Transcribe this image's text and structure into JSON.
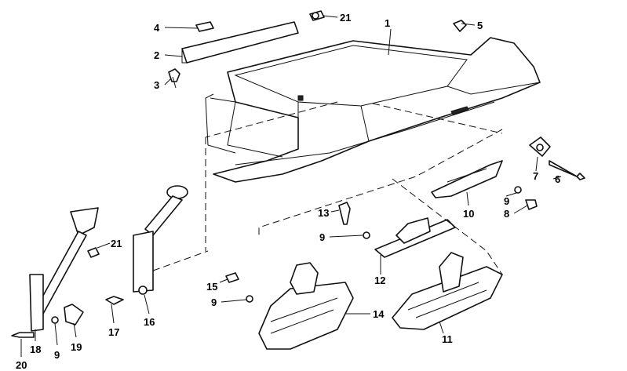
{
  "diagram": {
    "title": "Glove box parts exploded view",
    "callouts": [
      {
        "id": "c1",
        "text": "1"
      },
      {
        "id": "c2",
        "text": "2"
      },
      {
        "id": "c3",
        "text": "3"
      },
      {
        "id": "c4",
        "text": "4"
      },
      {
        "id": "c5",
        "text": "5"
      },
      {
        "id": "c6",
        "text": "6"
      },
      {
        "id": "c7",
        "text": "7"
      },
      {
        "id": "c8",
        "text": "8"
      },
      {
        "id": "c9a",
        "text": "9"
      },
      {
        "id": "c10",
        "text": "10"
      },
      {
        "id": "c11",
        "text": "11"
      },
      {
        "id": "c12",
        "text": "12"
      },
      {
        "id": "c13",
        "text": "13"
      },
      {
        "id": "c9b",
        "text": "9"
      },
      {
        "id": "c14",
        "text": "14"
      },
      {
        "id": "c15",
        "text": "15"
      },
      {
        "id": "c9c",
        "text": "9"
      },
      {
        "id": "c16",
        "text": "16"
      },
      {
        "id": "c17",
        "text": "17"
      },
      {
        "id": "c18",
        "text": "18"
      },
      {
        "id": "c9d",
        "text": "9"
      },
      {
        "id": "c19",
        "text": "19"
      },
      {
        "id": "c20",
        "text": "20"
      },
      {
        "id": "c21a",
        "text": "21"
      },
      {
        "id": "c21b",
        "text": "21"
      }
    ]
  }
}
